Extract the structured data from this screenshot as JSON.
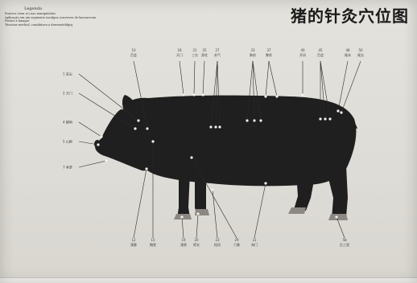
{
  "title": "猪的针灸穴位图",
  "legend": {
    "heading": "Legenda",
    "lines": [
      "Punctos (sem sc) nao manipulados",
      "Aplicação em um segmento invulgar, inscreves de lancarecem",
      "Pontos à lanager",
      "Técnicas method, comibitava a deremateldgiq"
    ]
  },
  "colors": {
    "paper": "#dfded9",
    "ink": "#1b1b1b",
    "pig": "#1f1f1f"
  },
  "points": [
    {
      "id": "top-1",
      "label": "百会",
      "no": "10"
    },
    {
      "id": "top-2",
      "label": "天门",
      "no": "18"
    },
    {
      "id": "top-3",
      "label": "三台",
      "no": "21"
    },
    {
      "id": "top-4",
      "label": "身柱",
      "no": "25"
    },
    {
      "id": "top-5",
      "label": "苏气",
      "no": "27"
    },
    {
      "id": "top-6",
      "label": "肺俞",
      "no": "33"
    },
    {
      "id": "top-7",
      "label": "脾俞",
      "no": "37"
    },
    {
      "id": "top-8",
      "label": "开风",
      "no": "40"
    },
    {
      "id": "top-9",
      "label": "百会",
      "no": "45"
    },
    {
      "id": "top-10",
      "label": "尾本",
      "no": "48"
    },
    {
      "id": "top-11",
      "label": "尾尖",
      "no": "50"
    },
    {
      "id": "left-1",
      "label": "耳尖",
      "no": "1"
    },
    {
      "id": "left-2",
      "label": "天门",
      "no": "2"
    },
    {
      "id": "left-3",
      "label": "睛明",
      "no": "4"
    },
    {
      "id": "left-4",
      "label": "山根",
      "no": "5"
    },
    {
      "id": "left-5",
      "label": "承浆",
      "no": "7"
    },
    {
      "id": "bot-1",
      "label": "颈脉",
      "no": "12"
    },
    {
      "id": "bot-2",
      "label": "胸堂",
      "no": "15"
    },
    {
      "id": "bot-3",
      "label": "涌泉",
      "no": "19"
    },
    {
      "id": "bot-4",
      "label": "蹄叉",
      "no": "20"
    },
    {
      "id": "bot-5",
      "label": "抢风",
      "no": "23"
    },
    {
      "id": "bot-6",
      "label": "六脉",
      "no": "29"
    },
    {
      "id": "bot-7",
      "label": "海门",
      "no": "31"
    },
    {
      "id": "bot-8",
      "label": "后三里",
      "no": "58"
    }
  ]
}
